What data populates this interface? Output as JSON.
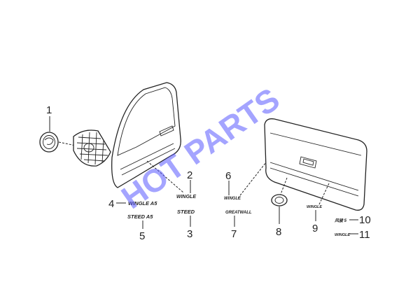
{
  "watermark": "HOT PARTS",
  "emblems": {
    "wingle_door": "WINGLE",
    "wingle_a5": "WINGLE A5",
    "steed_a5": "STEED A5",
    "steed": "STEED",
    "tailgate_6": "WINGLE",
    "tailgate_7": "GREATWALL",
    "tailgate_9": "WINGLE",
    "item_10": "风骏 5",
    "item_11": "WINGLE"
  },
  "callouts": [
    {
      "id": "1",
      "label": "1"
    },
    {
      "id": "2",
      "label": "2"
    },
    {
      "id": "3",
      "label": "3"
    },
    {
      "id": "4",
      "label": "4"
    },
    {
      "id": "5",
      "label": "5"
    },
    {
      "id": "6",
      "label": "6"
    },
    {
      "id": "7",
      "label": "7"
    },
    {
      "id": "8",
      "label": "8"
    },
    {
      "id": "9",
      "label": "9"
    },
    {
      "id": "10",
      "label": "10"
    },
    {
      "id": "11",
      "label": "11"
    }
  ],
  "colors": {
    "line": "#222222",
    "watermark": "#5a5aff"
  }
}
